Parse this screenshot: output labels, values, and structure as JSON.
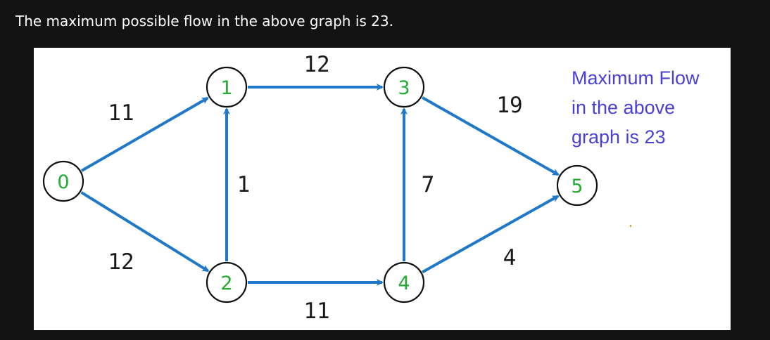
{
  "caption": "The maximum possible flow in the above graph is 23.",
  "colors": {
    "background": "#131313",
    "panel": "#ffffff",
    "edge": "#1f78c8",
    "node_label": "#22aa33",
    "note": "#4a3fd6"
  },
  "graph": {
    "nodes": [
      {
        "id": "0",
        "label": "0"
      },
      {
        "id": "1",
        "label": "1"
      },
      {
        "id": "2",
        "label": "2"
      },
      {
        "id": "3",
        "label": "3"
      },
      {
        "id": "4",
        "label": "4"
      },
      {
        "id": "5",
        "label": "5"
      }
    ],
    "edges": [
      {
        "from": "0",
        "to": "1",
        "capacity": "11"
      },
      {
        "from": "0",
        "to": "2",
        "capacity": "12"
      },
      {
        "from": "2",
        "to": "1",
        "capacity": "1"
      },
      {
        "from": "1",
        "to": "3",
        "capacity": "12"
      },
      {
        "from": "2",
        "to": "4",
        "capacity": "11"
      },
      {
        "from": "4",
        "to": "3",
        "capacity": "7"
      },
      {
        "from": "3",
        "to": "5",
        "capacity": "19"
      },
      {
        "from": "4",
        "to": "5",
        "capacity": "4"
      }
    ]
  },
  "note": {
    "line1": "Maximum Flow",
    "line2": "in the above",
    "line3": "graph is 23"
  }
}
